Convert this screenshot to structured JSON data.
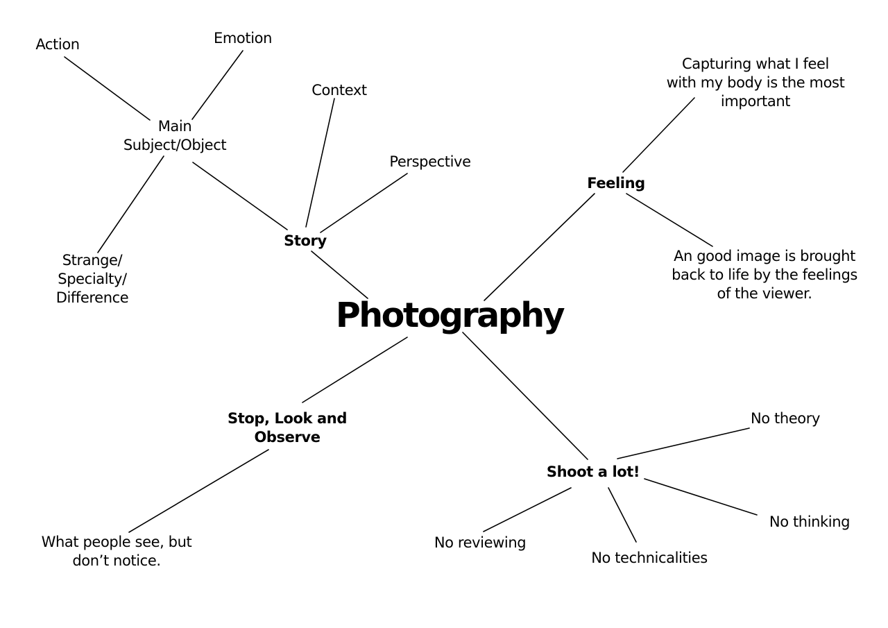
{
  "central_topic": "Photography",
  "branches": {
    "story": {
      "label": "Story",
      "main_subject": {
        "label": "Main\nSubject/Object",
        "children": [
          "Action",
          "Emotion",
          "Strange/\nSpecialty/\nDifference"
        ]
      },
      "context": "Context",
      "perspective": "Perspective"
    },
    "feeling": {
      "label": "Feeling",
      "children": [
        "Capturing what I feel\nwith my body is the most\nimportant",
        "An good image is brought\nback to life by the feelings\nof the viewer."
      ]
    },
    "stop_look": {
      "label": "Stop, Look and\nObserve",
      "children": [
        "What people see, but\ndon’t notice."
      ]
    },
    "shoot": {
      "label": "Shoot a lot!",
      "children": [
        "No theory",
        "No thinking",
        "No technicalities",
        "No reviewing"
      ]
    }
  }
}
